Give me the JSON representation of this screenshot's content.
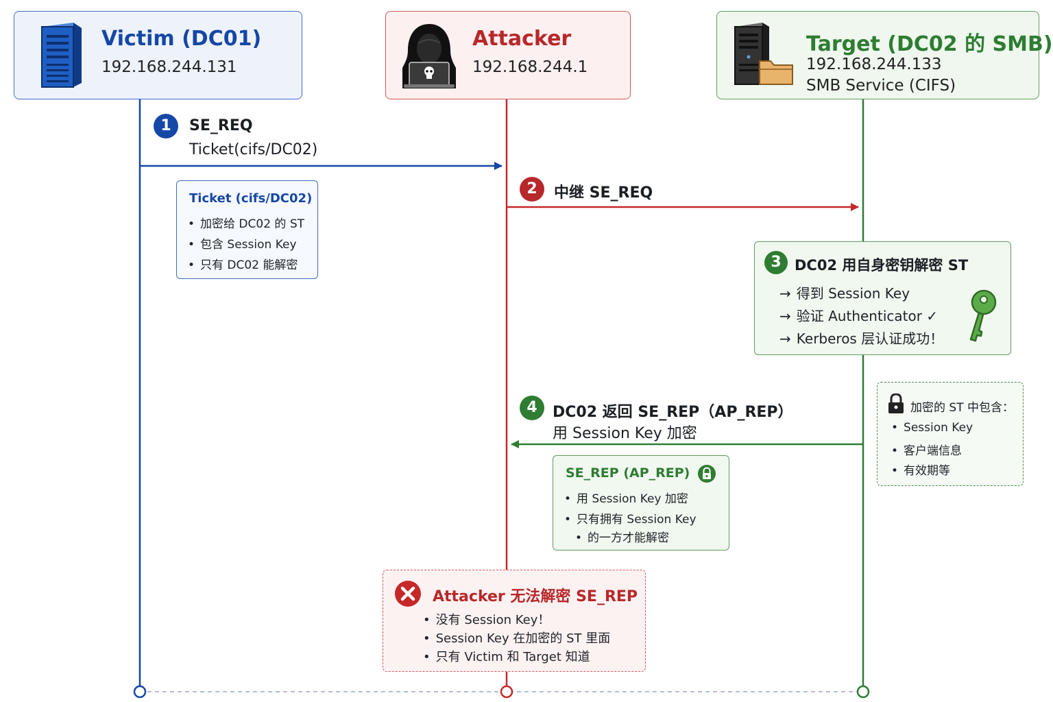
{
  "participants": {
    "victim": {
      "name": "Victim (DC01)",
      "ip": "192.168.244.131"
    },
    "attacker": {
      "name": "Attacker",
      "ip": "192.168.244.1"
    },
    "target": {
      "name": "Target (DC02 的 SMB)",
      "ip": "192.168.244.133",
      "service": "SMB Service (CIFS)"
    }
  },
  "steps": [
    {
      "num": "1",
      "title": "SE_REQ",
      "sub": "Ticket(cifs/DC02)"
    },
    {
      "num": "2",
      "title": "中继 SE_REQ"
    },
    {
      "num": "3",
      "title": "DC02 用自身密钥解密 ST",
      "items": [
        "得到 Session Key",
        "验证 Authenticator ✓",
        "Kerberos 层认证成功！"
      ]
    },
    {
      "num": "4",
      "title": "DC02 返回 SE_REP（AP_REP）",
      "sub": "用 Session Key 加密"
    }
  ],
  "notes": {
    "ticket": {
      "title": "Ticket (cifs/DC02)",
      "items": [
        "加密给 DC02 的 ST",
        "包含 Session Key",
        "只有 DC02 能解密"
      ]
    },
    "st_contents": {
      "title": "加密的 ST 中包含：",
      "items": [
        "Session Key",
        "客户端信息",
        "有效期等"
      ]
    },
    "se_rep": {
      "title": "SE_REP (AP_REP)",
      "items": [
        "用 Session Key 加密",
        "只有拥有 Session Key",
        "的一方才能解密"
      ]
    },
    "attacker_fail": {
      "title": "Attacker 无法解密 SE_REP",
      "items": [
        "没有 Session Key！",
        "Session Key 在加密的 ST 里面",
        "只有 Victim 和 Target 知道"
      ]
    }
  },
  "icons": {
    "victim": "server-icon",
    "attacker": "hooded-hacker-icon",
    "target": "server-folder-icon",
    "step3": "key-icon",
    "step4_card": "lock-icon",
    "st_contents": "padlock-icon",
    "attacker_fail": "x-circle-icon"
  },
  "colors": {
    "victim": "#1547a6",
    "attacker": "#b8282a",
    "target": "#2e7d32",
    "key": "#5cab4a"
  }
}
